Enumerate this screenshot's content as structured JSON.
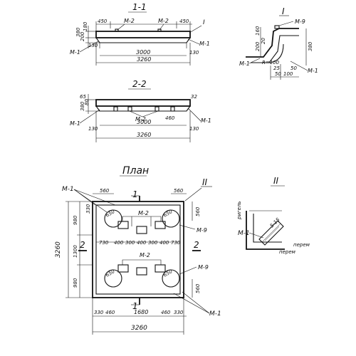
{
  "sections": {
    "s11": {
      "title": "1-1",
      "callout": "I",
      "labels": {
        "m2a": "M-2",
        "m2b": "M-2",
        "m1l": "M-1",
        "m1r": "M-1"
      },
      "dims": {
        "inner": "3000",
        "overall": "3260",
        "l450": "450",
        "r450": "450",
        "h380": "380",
        "h180": "180",
        "h130l": "130",
        "h130r": "130",
        "h200": "200"
      }
    },
    "s22": {
      "title": "2-2",
      "labels": {
        "m2": "M-2",
        "m1l": "M-1",
        "m1r": "M-1"
      },
      "dims": {
        "inner": "3000",
        "overall": "3260",
        "d460": "460",
        "h380": "380",
        "h130": "130",
        "h130b": "130",
        "h65": "65",
        "h80": "80",
        "t32": "32"
      }
    },
    "detailI": {
      "title": "I",
      "labels": {
        "m9": "M-9",
        "m1l": "M-1",
        "m1r": "M-1",
        "radius": "R=100"
      },
      "dims": {
        "d160": "160",
        "d200": "200",
        "d20": "20",
        "d380": "380",
        "d100": "100",
        "d50a": "50",
        "d50b": "50",
        "d25": "25"
      }
    },
    "plan": {
      "title": "План",
      "callout": "II",
      "labels": {
        "m1tl": "M-1",
        "m2top": "M-2",
        "m2mid": "M-2",
        "m9a": "M-9",
        "m9b": "M-9",
        "m1br": "M-1",
        "cut1top": "1",
        "cut1bot": "1",
        "cut2l": "2",
        "cut2r": "2",
        "hole1": "650",
        "hole2": "650",
        "hole3": "650",
        "hole4": "650"
      },
      "dims": {
        "top560l": "560",
        "top560r": "560",
        "bot330l": "330",
        "bot460l": "460",
        "bot1680": "1680",
        "bot460r": "460",
        "bot330r": "330",
        "overall": "3260",
        "left980a": "980",
        "left1300": "1300",
        "left980b": "980",
        "height3260": "3260",
        "left330": "330",
        "right560a": "560",
        "right560b": "560",
        "row730l": "730",
        "row400a": "400",
        "row300a": "300",
        "row400b": "400",
        "row300b": "300",
        "row400c": "400",
        "row730r": "730"
      }
    },
    "detailII": {
      "title": "II",
      "labels": {
        "m1": "M-1",
        "rigel": "ригель",
        "p1": "перем",
        "p2": "перем",
        "note": "5-15"
      }
    }
  }
}
